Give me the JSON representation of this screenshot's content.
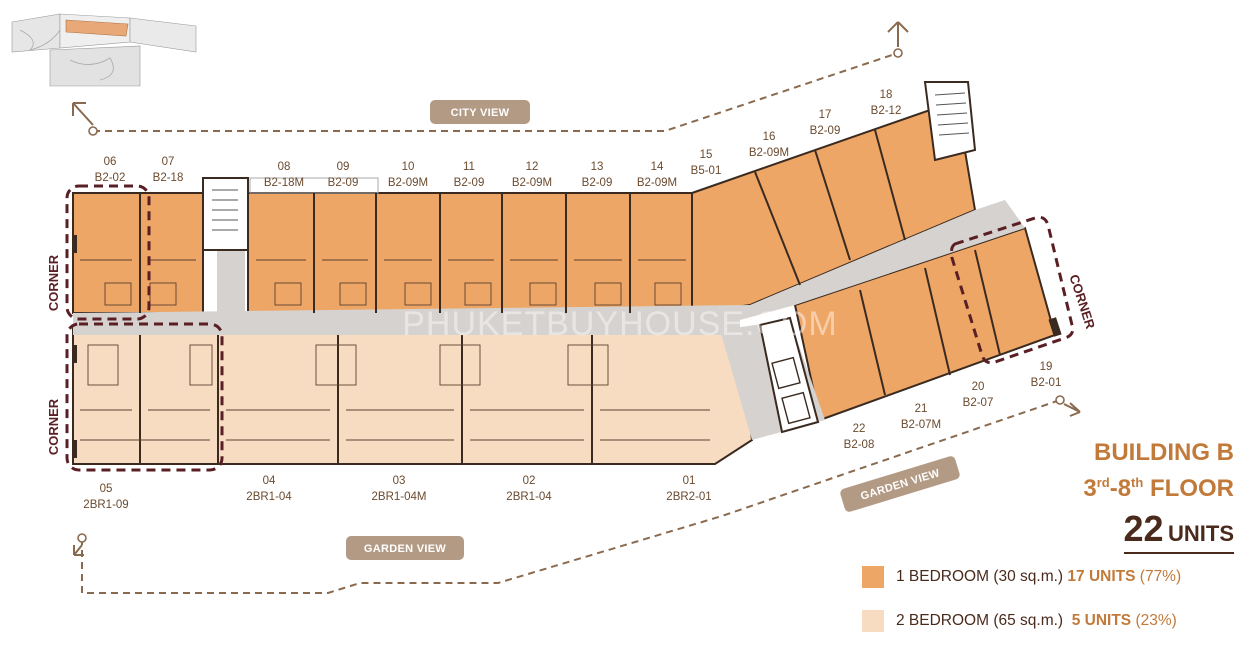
{
  "title": "BUILDING B",
  "floor": {
    "ord_start": "3",
    "sup_start": "rd",
    "sep": "-",
    "ord_end": "8",
    "sup_end": "th",
    "word": "FLOOR"
  },
  "total": {
    "count": "22",
    "label": "UNITS"
  },
  "legend": [
    {
      "color": "#eea666",
      "label": "1 BEDROOM (30 sq.m.)",
      "count": "17 UNITS",
      "pct": "(77%)"
    },
    {
      "color": "#f8dcc2",
      "label": "2 BEDROOM (65 sq.m.)",
      "count": "5 UNITS",
      "pct": "(23%)"
    }
  ],
  "views": {
    "city": "CITY VIEW",
    "garden_left": "GARDEN VIEW",
    "garden_right": "GARDEN VIEW"
  },
  "corner_label": "CORNER",
  "watermark": "PHUKETBUYHOUSE.COM",
  "units": [
    {
      "no": "06",
      "type": "B2-02"
    },
    {
      "no": "07",
      "type": "B2-18"
    },
    {
      "no": "08",
      "type": "B2-18M"
    },
    {
      "no": "09",
      "type": "B2-09"
    },
    {
      "no": "10",
      "type": "B2-09M"
    },
    {
      "no": "11",
      "type": "B2-09"
    },
    {
      "no": "12",
      "type": "B2-09M"
    },
    {
      "no": "13",
      "type": "B2-09"
    },
    {
      "no": "14",
      "type": "B2-09M"
    },
    {
      "no": "15",
      "type": "B5-01"
    },
    {
      "no": "16",
      "type": "B2-09M"
    },
    {
      "no": "17",
      "type": "B2-09"
    },
    {
      "no": "18",
      "type": "B2-12"
    },
    {
      "no": "19",
      "type": "B2-01"
    },
    {
      "no": "20",
      "type": "B2-07"
    },
    {
      "no": "21",
      "type": "B2-07M"
    },
    {
      "no": "22",
      "type": "B2-08"
    },
    {
      "no": "01",
      "type": "2BR2-01"
    },
    {
      "no": "02",
      "type": "2BR1-04"
    },
    {
      "no": "03",
      "type": "2BR1-04M"
    },
    {
      "no": "04",
      "type": "2BR1-04"
    },
    {
      "no": "05",
      "type": "2BR1-09"
    }
  ],
  "colors": {
    "one_bed": "#eea666",
    "two_bed": "#f8dcc2",
    "corridor": "#d6d2cf",
    "path": "#8a6a4e",
    "corner_box": "#5a1f24",
    "heading": "#c27a3a",
    "view_badge": "#b39a84"
  }
}
